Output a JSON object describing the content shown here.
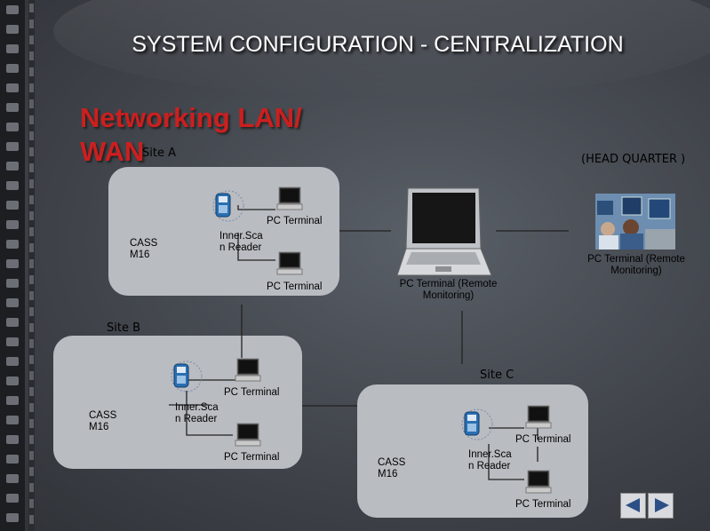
{
  "title": "SYSTEM CONFIGURATION - CENTRALIZATION",
  "heading": "Networking LAN/ WAN",
  "hq_label": "(HEAD QUARTER )",
  "sites": {
    "a": {
      "label": "Site A",
      "cass": "CASS M16",
      "reader": "Inner.Sca n Reader",
      "pc1": "PC Terminal",
      "pc2": "PC Terminal"
    },
    "b": {
      "label": "Site B",
      "cass": "CASS M16",
      "reader": "Inner.Sca n Reader",
      "pc1": "PC Terminal",
      "pc2": "PC Terminal"
    },
    "c": {
      "label": "Site C",
      "cass": "CASS M16",
      "reader": "Inner.Sca n Reader",
      "pc1": "PC Terminal",
      "pc2": "PC Terminal"
    }
  },
  "hq": {
    "laptop_label": "PC Terminal (Remote Monitoring)",
    "photo_label": "PC Terminal (Remote Monitoring)"
  },
  "nav": {
    "prev_icon": "prev-arrow-icon",
    "next_icon": "next-arrow-icon"
  }
}
